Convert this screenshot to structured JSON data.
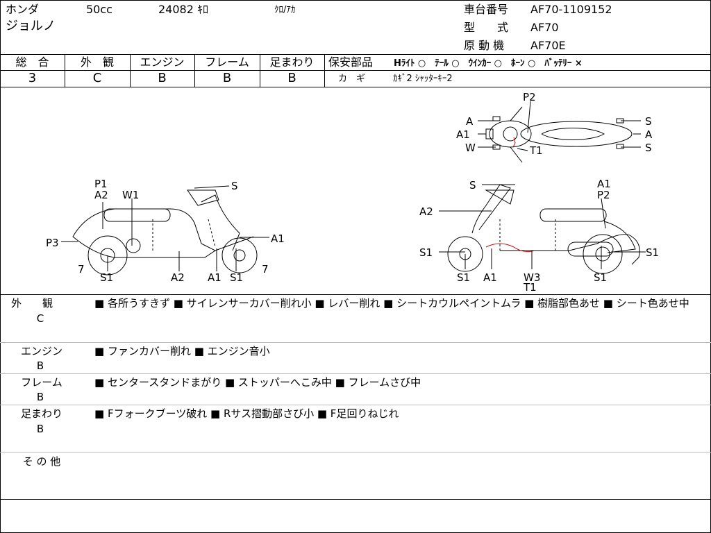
{
  "header": {
    "maker": "ホンダ",
    "model": "ジョルノ",
    "displacement": "50cc",
    "mileage": "24082 ｷﾛ",
    "color": "ｸﾛ/ｱｶ",
    "frame_no_label": "車台番号",
    "frame_no": "AF70-1109152",
    "type_label": "型　　式",
    "type": "AF70",
    "engine_label": "原 動 機",
    "engine": "AF70E"
  },
  "grades": [
    {
      "label": "総　合",
      "value": "3"
    },
    {
      "label": "外　観",
      "value": "C"
    },
    {
      "label": "エンジン",
      "value": "B"
    },
    {
      "label": "フレーム",
      "value": "B"
    },
    {
      "label": "足まわり",
      "value": "B"
    }
  ],
  "safety": {
    "label": "保安部品",
    "items_text": "Hﾗｲﾄ ○　ﾃｰﾙ ○　ｳｲﾝｶｰ ○　ﾎｰﾝ ○　ﾊﾞｯﾃﾘｰ ×",
    "key_label": "カ　ギ",
    "key_text": "ｶｷﾞ2 ｼｬｯﾀｰｷｰ2"
  },
  "diagram_labels": {
    "top": [
      "A",
      "A1",
      "W",
      "P2",
      "T1",
      "S",
      "A",
      "S"
    ],
    "left": [
      "P1",
      "A2",
      "W1",
      "S",
      "P3",
      "A1",
      "7",
      "S1",
      "A2",
      "A1",
      "S1",
      "7"
    ],
    "right": [
      "S",
      "A1",
      "P2",
      "A2",
      "S1",
      "S1",
      "S1",
      "A1",
      "W3",
      "T1",
      "S1"
    ]
  },
  "notes": [
    {
      "label": "外　　観",
      "grade": "C",
      "text": "■ 各所うすきず ■ サイレンサーカバー削れ小 ■ レバー削れ ■ シートカウルペイントムラ ■ 樹脂部色あせ ■ シート色あせ中"
    },
    {
      "label": "エンジン",
      "grade": "B",
      "text": "■ ファンカバー削れ ■ エンジン音小"
    },
    {
      "label": "フレーム",
      "grade": "B",
      "text": "■ センタースタンドまがり ■ ストッパーへこみ中 ■ フレームさび中"
    },
    {
      "label": "足まわり",
      "grade": "B",
      "text": "■ Fフォークブーツ破れ ■ Rサス摺動部さび小 ■ F足回りねじれ"
    },
    {
      "label": "そ の 他",
      "grade": "",
      "text": ""
    }
  ]
}
